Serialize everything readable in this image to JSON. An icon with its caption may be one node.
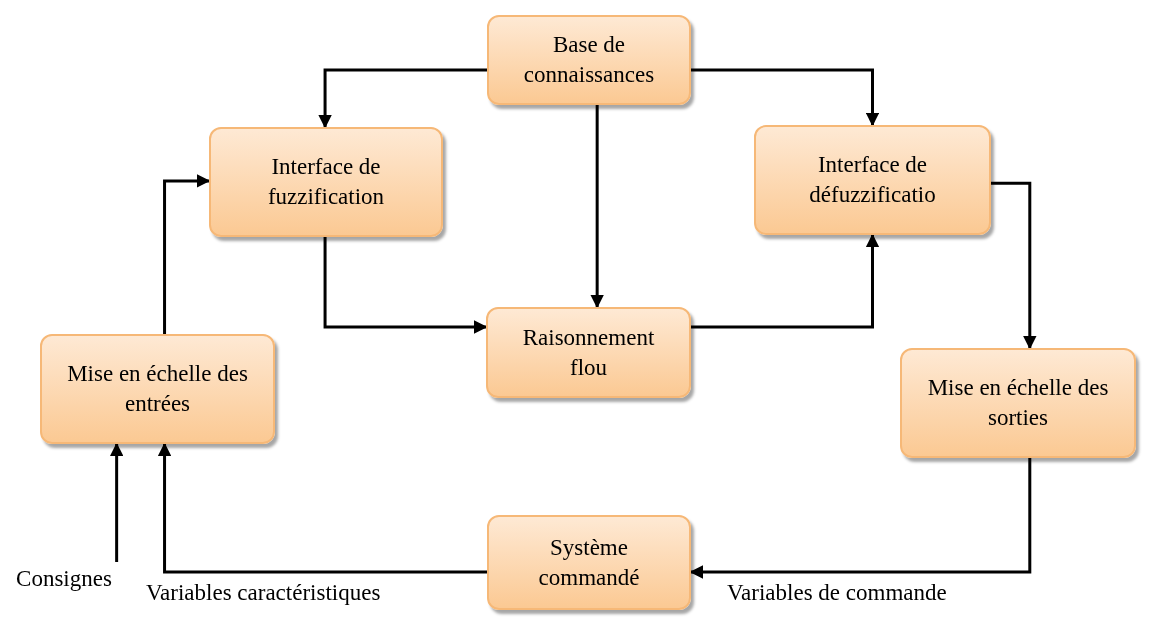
{
  "diagram": {
    "nodes": [
      {
        "text": [
          "Base de connaissances"
        ]
      },
      {
        "text": [
          "Interface de fuzzification"
        ]
      },
      {
        "text": [
          "Interface de défuzzificatio"
        ]
      },
      {
        "text": [
          "Raisonnement flou"
        ]
      },
      {
        "text": [
          "Mise en échelle des entrées"
        ]
      },
      {
        "text": [
          "Mise en échelle des sorties"
        ]
      },
      {
        "text": [
          "Système commandé"
        ]
      },
      {
        "text": [
          "Consignes"
        ]
      }
    ],
    "edges": [
      {
        "from": 0,
        "to": 1,
        "arrow": "to"
      },
      {
        "from": 0,
        "to": 2,
        "arrow": "to"
      },
      {
        "from": 0,
        "to": 3,
        "arrow": "to"
      },
      {
        "from": 1,
        "to": 3,
        "arrow": "to"
      },
      {
        "from": 3,
        "to": 2,
        "arrow": "to"
      },
      {
        "from": 2,
        "to": 5,
        "arrow": "to"
      },
      {
        "from": 5,
        "to": 6,
        "arrow": "to",
        "label": "Variables de commande"
      },
      {
        "from": 6,
        "to": 4,
        "arrow": "to",
        "label": "Variables caractéristiques"
      },
      {
        "from": 4,
        "to": 1,
        "arrow": "to"
      },
      {
        "from": 7,
        "to": 4,
        "arrow": "to"
      }
    ]
  }
}
